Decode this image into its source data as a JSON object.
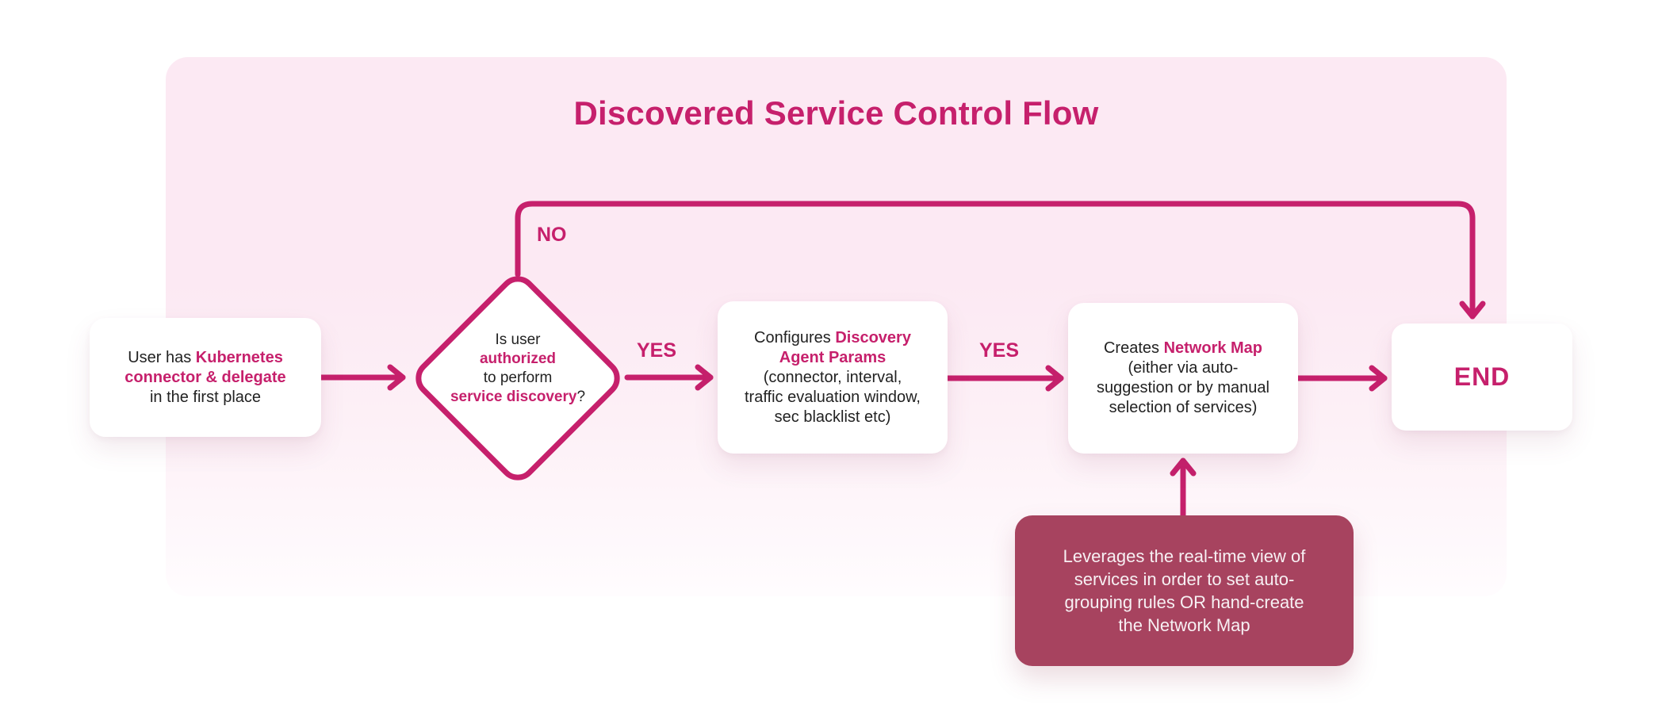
{
  "title": "Discovered Service Control Flow",
  "colors": {
    "accent": "#c6206c",
    "canvas_background": "#fce9f3",
    "node_background": "#ffffff",
    "note_background": "#a7435f",
    "note_text": "#f7f0f3",
    "text_dark": "#222222"
  },
  "labels": {
    "no": "NO",
    "yes_1": "YES",
    "yes_2": "YES"
  },
  "nodes": {
    "start": {
      "l1_plain": "User has ",
      "l1_accent": "Kubernetes",
      "l2_accent": "connector & delegate",
      "l3_plain": "in the first place"
    },
    "decision": {
      "l1_plain": "Is user",
      "l2_accent": "authorized",
      "l3_plain": "to perform",
      "l4_accent": "service discovery",
      "l4_suffix": "?"
    },
    "configure": {
      "l1_plain": "Configures ",
      "l1_accent": "Discovery",
      "l2_accent": "Agent Params",
      "l3_plain": "(connector, interval,",
      "l4_plain": "traffic evaluation window,",
      "l5_plain": "sec blacklist etc)"
    },
    "create_map": {
      "l1_plain": "Creates ",
      "l1_accent": "Network Map",
      "l2_plain": "(either via auto-",
      "l3_plain": "suggestion or by manual",
      "l4_plain": "selection of services)"
    },
    "end": {
      "label": "END"
    },
    "note": {
      "l1": "Leverages the real-time view of",
      "l2": "services in order to set auto-",
      "l3": "grouping rules OR hand-create",
      "l4": "the Network Map"
    }
  }
}
